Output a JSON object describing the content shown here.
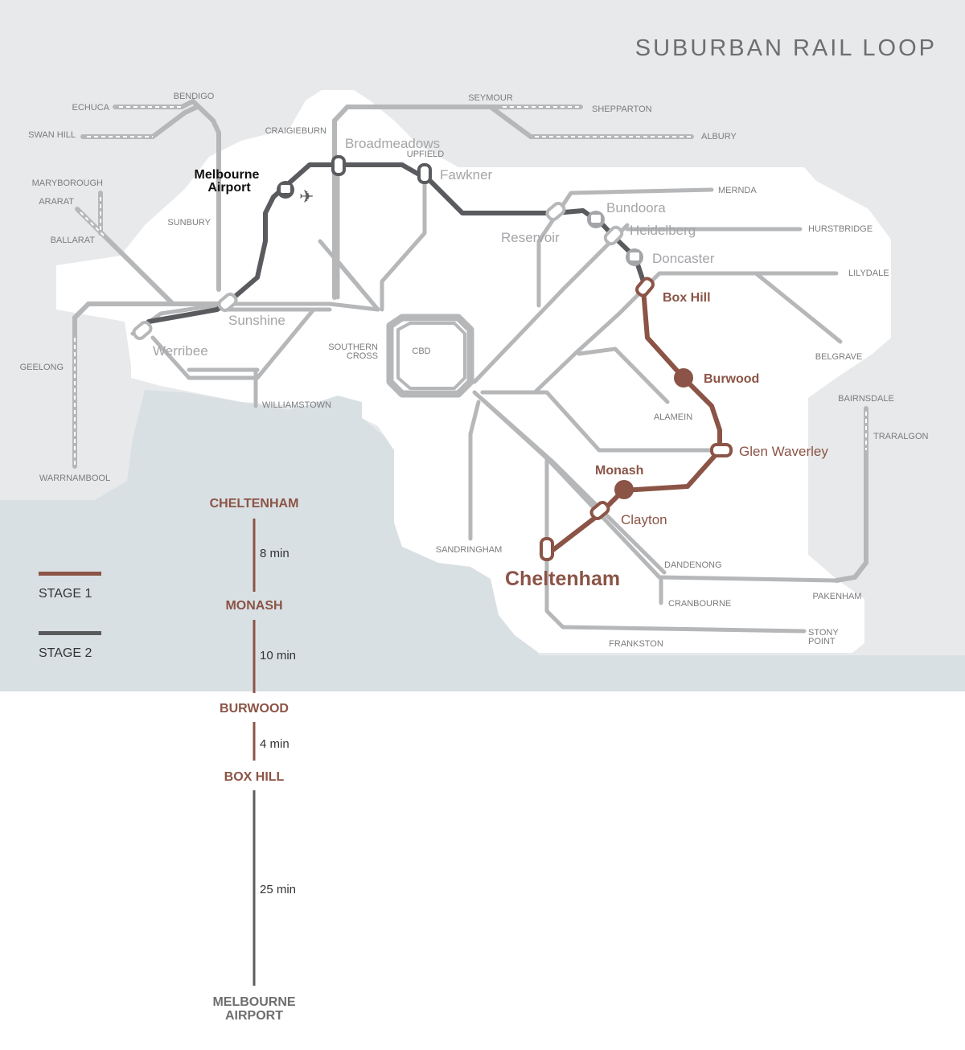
{
  "title": "SUBURBAN RAIL LOOP",
  "colors": {
    "land": "#e8e9eb",
    "bay": "#d9e0e4",
    "metro": "#ffffff",
    "line": "#b6b7b9",
    "stage1": "#8b5446",
    "stage2": "#5a5b5e",
    "label": "#7b7c7e",
    "station": "#a4a5a8"
  },
  "regional": {
    "echuca": "ECHUCA",
    "bendigo": "BENDIGO",
    "swan_hill": "SWAN HILL",
    "seymour": "SEYMOUR",
    "shepparton": "SHEPPARTON",
    "albury": "ALBURY",
    "maryborough": "MARYBOROUGH",
    "ararat": "ARARAT",
    "ballarat": "BALLARAT",
    "geelong": "GEELONG",
    "warrnambool": "WARRNAMBOOL",
    "bairnsdale": "BAIRNSDALE",
    "traralgon": "TRARALGON"
  },
  "lines": {
    "craigieburn": "CRAIGIEBURN",
    "upfield": "UPFIELD",
    "sunbury": "SUNBURY",
    "mernda": "MERNDA",
    "hurstbridge": "HURSTBRIDGE",
    "lilydale": "LILYDALE",
    "belgrave": "BELGRAVE",
    "alamein": "ALAMEIN",
    "williamstown": "WILLIAMSTOWN",
    "southern_cross_1": "SOUTHERN",
    "southern_cross_2": "CROSS",
    "cbd": "CBD",
    "sandringham": "SANDRINGHAM",
    "dandenong": "DANDENONG",
    "cranbourne": "CRANBOURNE",
    "pakenham": "PAKENHAM",
    "frankston": "FRANKSTON",
    "stony_point_1": "STONY",
    "stony_point_2": "POINT"
  },
  "stations": {
    "melbourne_airport_1": "Melbourne",
    "melbourne_airport_2": "Airport",
    "broadmeadows": "Broadmeadows",
    "fawkner": "Fawkner",
    "reservoir": "Reservoir",
    "bundoora": "Bundoora",
    "heidelberg": "Heidelberg",
    "doncaster": "Doncaster",
    "sunshine": "Sunshine",
    "werribee": "Werribee",
    "box_hill": "Box Hill",
    "burwood": "Burwood",
    "glen_waverley": "Glen Waverley",
    "monash": "Monash",
    "clayton": "Clayton",
    "cheltenham": "Cheltenham"
  },
  "legend": {
    "stage1": "STAGE 1",
    "stage2": "STAGE 2"
  },
  "timeline": {
    "stops": [
      "CHELTENHAM",
      "MONASH",
      "BURWOOD",
      "BOX HILL",
      "MELBOURNE",
      "AIRPORT"
    ],
    "times": [
      "8 min",
      "10 min",
      "4 min",
      "25 min"
    ]
  }
}
